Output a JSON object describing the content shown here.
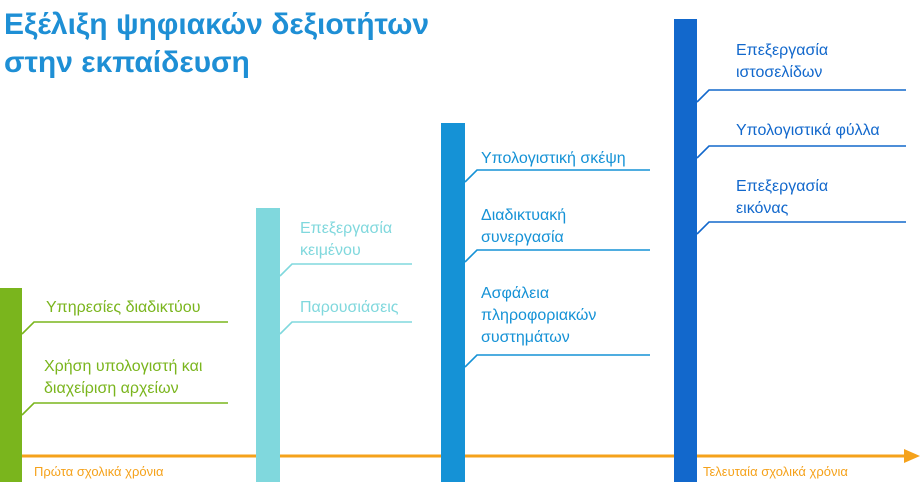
{
  "title": [
    "Εξέλιξη ψηφιακών δεξιοτήτων",
    "στην εκπαίδευση"
  ],
  "colors": {
    "title": "#1e8fd5",
    "axis": "#f5a21b",
    "stages": [
      "#7ab51d",
      "#80d8dd",
      "#1592d6",
      "#1268cc"
    ]
  },
  "stages": [
    {
      "items": [
        {
          "lines": [
            "Υπηρεσίες διαδικτύου"
          ]
        },
        {
          "lines": [
            "Χρήση υπολογιστή και",
            "διαχείριση αρχείων"
          ]
        }
      ]
    },
    {
      "items": [
        {
          "lines": [
            "Επεξεργασία",
            "κειμένου"
          ]
        },
        {
          "lines": [
            "Παρουσιάσεις"
          ]
        }
      ]
    },
    {
      "items": [
        {
          "lines": [
            "Υπολογιστική σκέψη"
          ]
        },
        {
          "lines": [
            "Διαδικτυακή",
            "συνεργασία"
          ]
        },
        {
          "lines": [
            "Ασφάλεια",
            "πληροφοριακών",
            "συστημάτων"
          ]
        }
      ]
    },
    {
      "items": [
        {
          "lines": [
            "Επεξεργασία",
            "ιστοσελίδων"
          ]
        },
        {
          "lines": [
            "Υπολογιστικά φύλλα"
          ]
        },
        {
          "lines": [
            "Επεξεργασία",
            "εικόνας"
          ]
        }
      ]
    }
  ],
  "axis": {
    "start_label": "Πρώτα σχολικά χρόνια",
    "end_label": "Τελευταία σχολικά χρόνια"
  }
}
